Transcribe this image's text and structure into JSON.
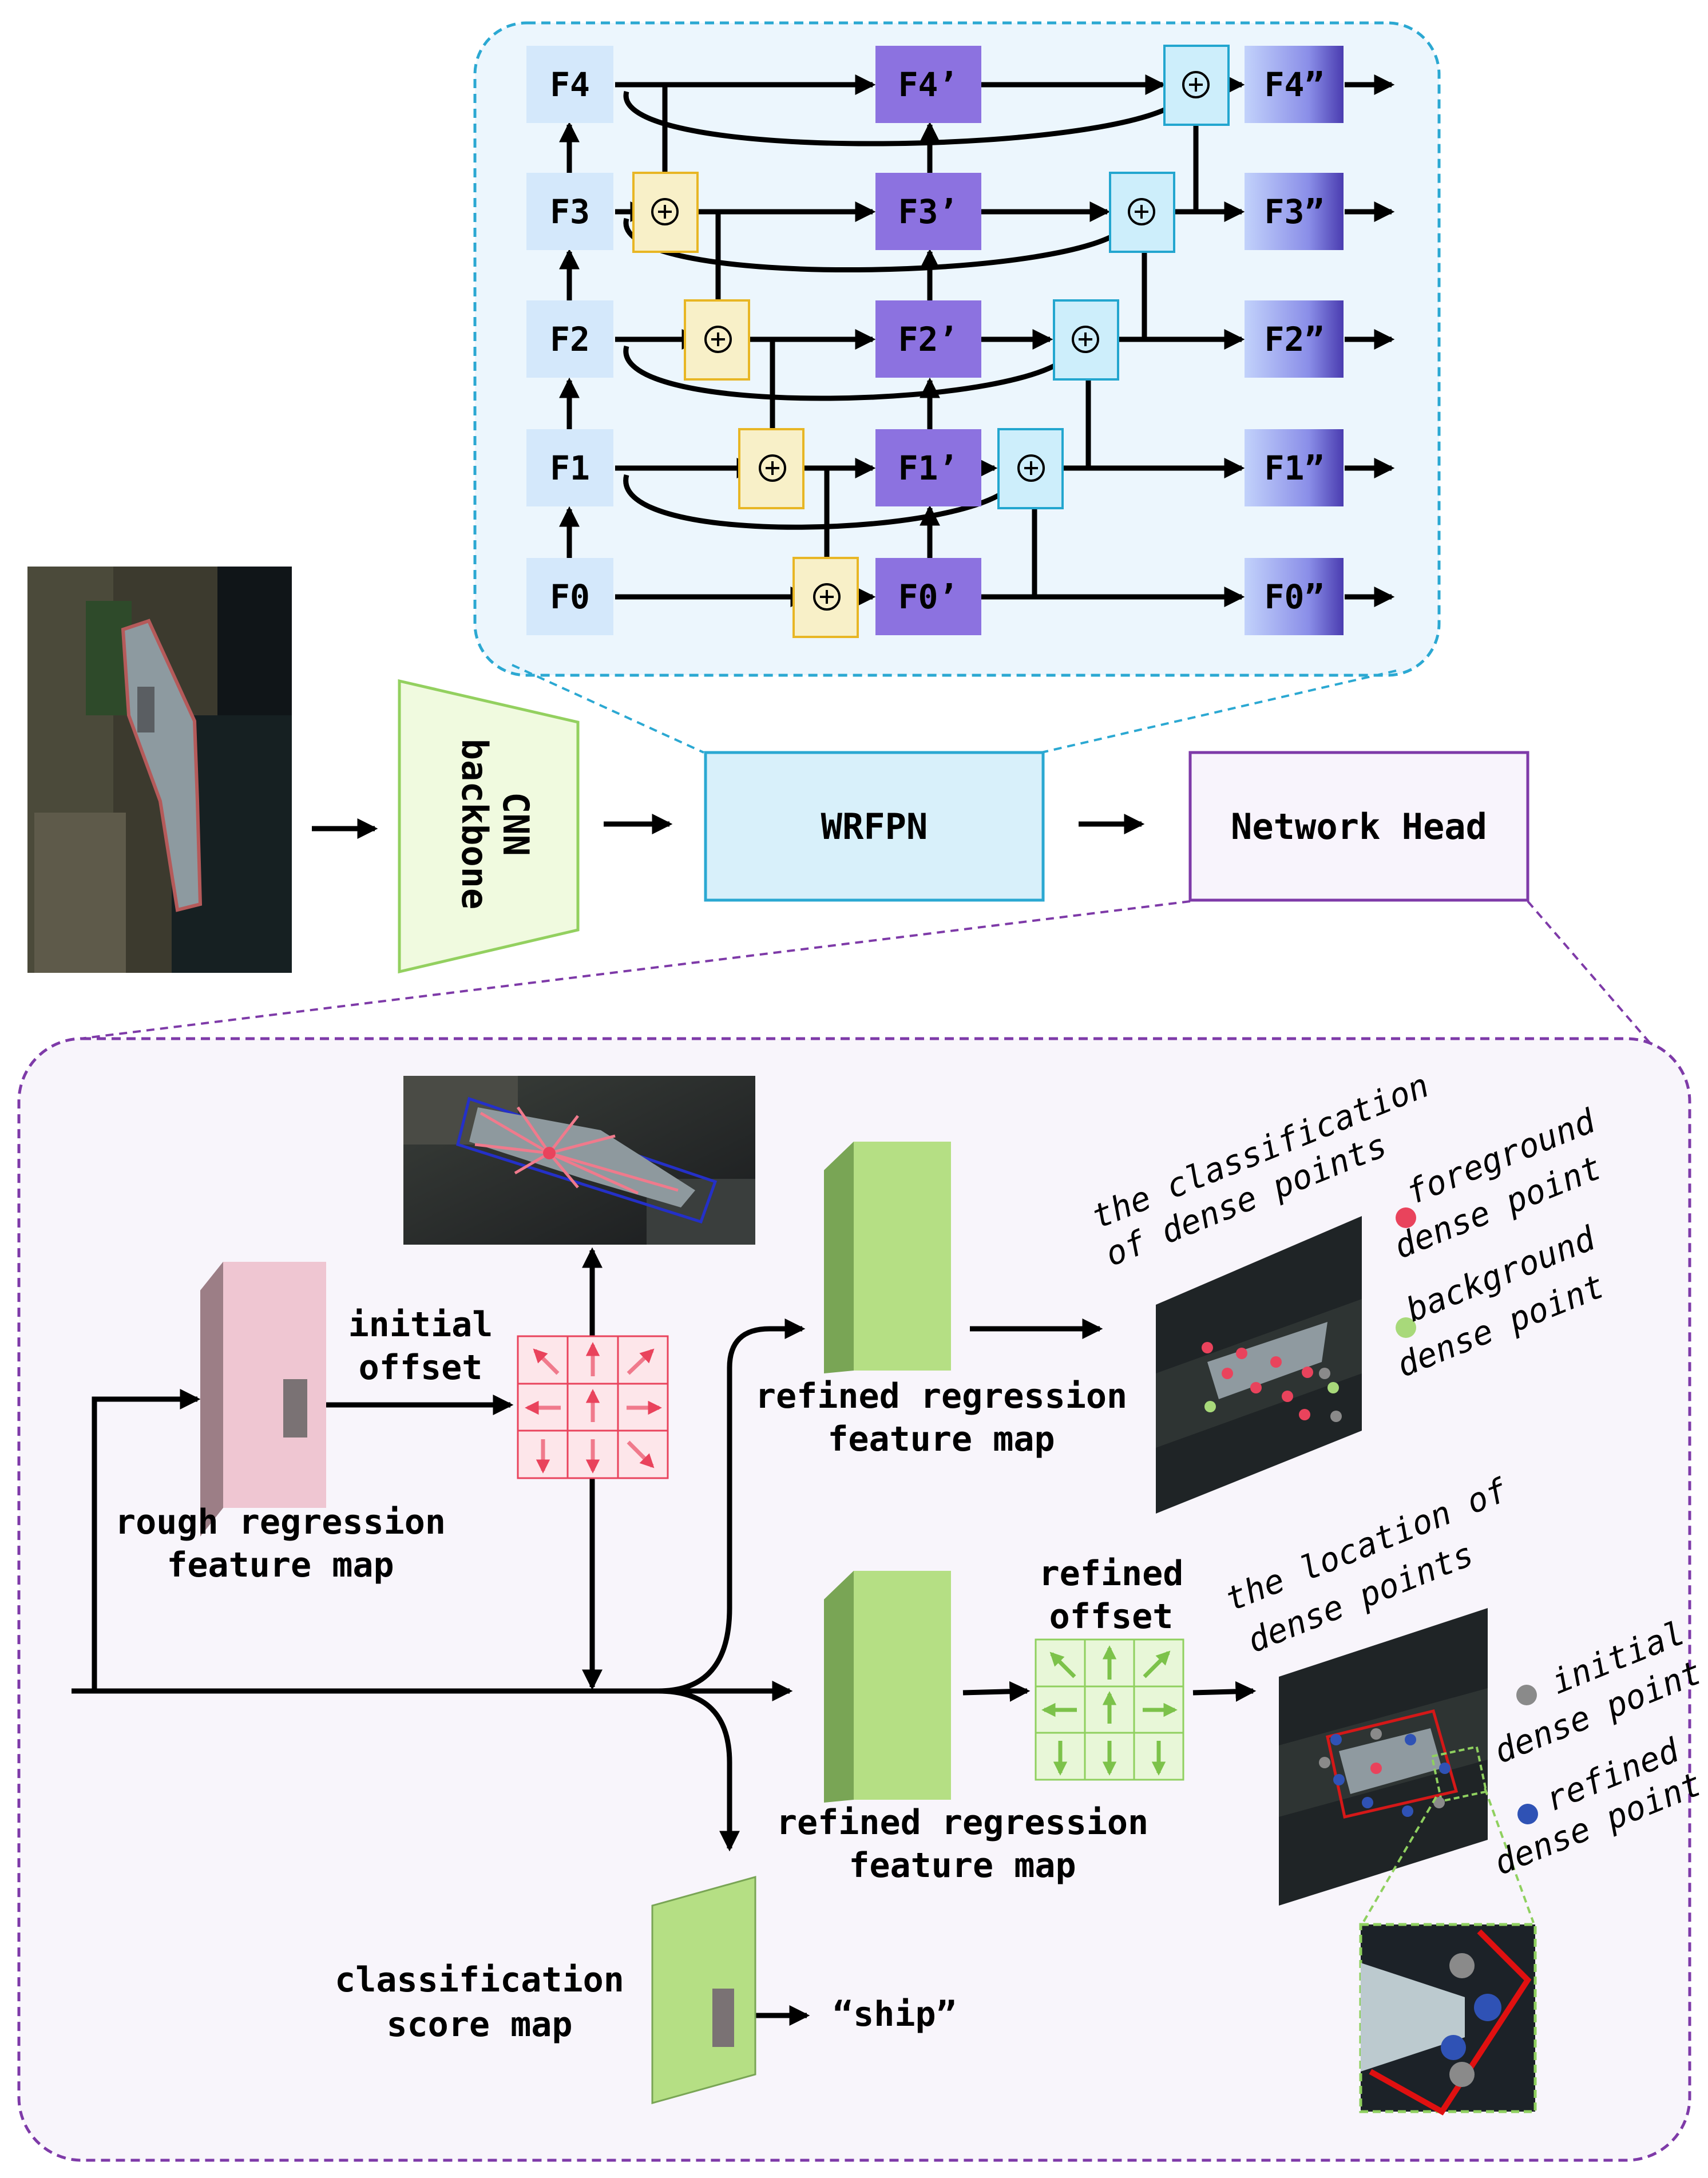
{
  "fpn": {
    "inputs": [
      "F0",
      "F1",
      "F2",
      "F3",
      "F4"
    ],
    "middle": [
      "F0’",
      "F1’",
      "F2’",
      "F3’",
      "F4’"
    ],
    "outputs": [
      "F0”",
      "F1”",
      "F2”",
      "F3”",
      "F4”"
    ]
  },
  "pipeline": {
    "backbone": [
      "CNN",
      "backbone"
    ],
    "wrfpn": "WRFPN",
    "head": "Network Head"
  },
  "head": {
    "initial_offset": [
      "initial",
      "offset"
    ],
    "rough_map": [
      "rough regression",
      "feature map"
    ],
    "refined_map_top": [
      "refined regression",
      "feature map"
    ],
    "refined_offset": [
      "refined",
      "offset"
    ],
    "refined_map_bottom": [
      "refined regression",
      "feature map"
    ],
    "cls_map": [
      "classification",
      "score map"
    ],
    "ship_label": "“ship”",
    "classification_title": [
      "the classification",
      "of dense points"
    ],
    "location_title": [
      "the location of",
      "dense points"
    ],
    "legend_top": [
      {
        "label": [
          "foreground",
          "dense point"
        ],
        "color": "#e9435c"
      },
      {
        "label": [
          "background",
          "dense point"
        ],
        "color": "#a8d97a"
      }
    ],
    "legend_bottom": [
      {
        "label": [
          "initial",
          "dense point"
        ],
        "color": "#8a8a8a"
      },
      {
        "label": [
          "refined",
          "dense point"
        ],
        "color": "#2f52b5"
      }
    ]
  },
  "colors": {
    "fpn_input": "#d4e8fb",
    "fpn_middle": "#8c72e0",
    "adder_yellow": "#f8f0c8",
    "adder_blue": "#cdeefb",
    "wrfpn_fill": "#d8f0fa",
    "green_map": "#b5df84",
    "pink_map": "#efc6d2"
  }
}
